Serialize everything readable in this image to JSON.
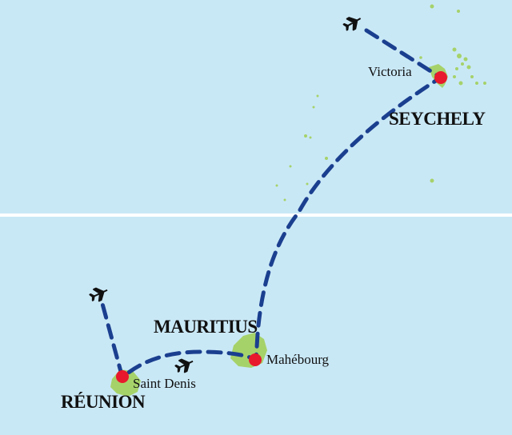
{
  "map": {
    "colors": {
      "sea": "#c9e8f6",
      "land": "#a6d26a",
      "route": "#1b3f8f",
      "city_marker": "#e8192c",
      "divider": "#ffffff"
    },
    "countries": {
      "seychely": "SEYCHELY",
      "mauritius": "MAURITIUS",
      "reunion": "RÉUNION"
    },
    "cities": {
      "victoria": "Victoria",
      "mahebourg": "Mahébourg",
      "saint_denis": "Saint Denis"
    },
    "icons": [
      "airplane-icon"
    ]
  }
}
